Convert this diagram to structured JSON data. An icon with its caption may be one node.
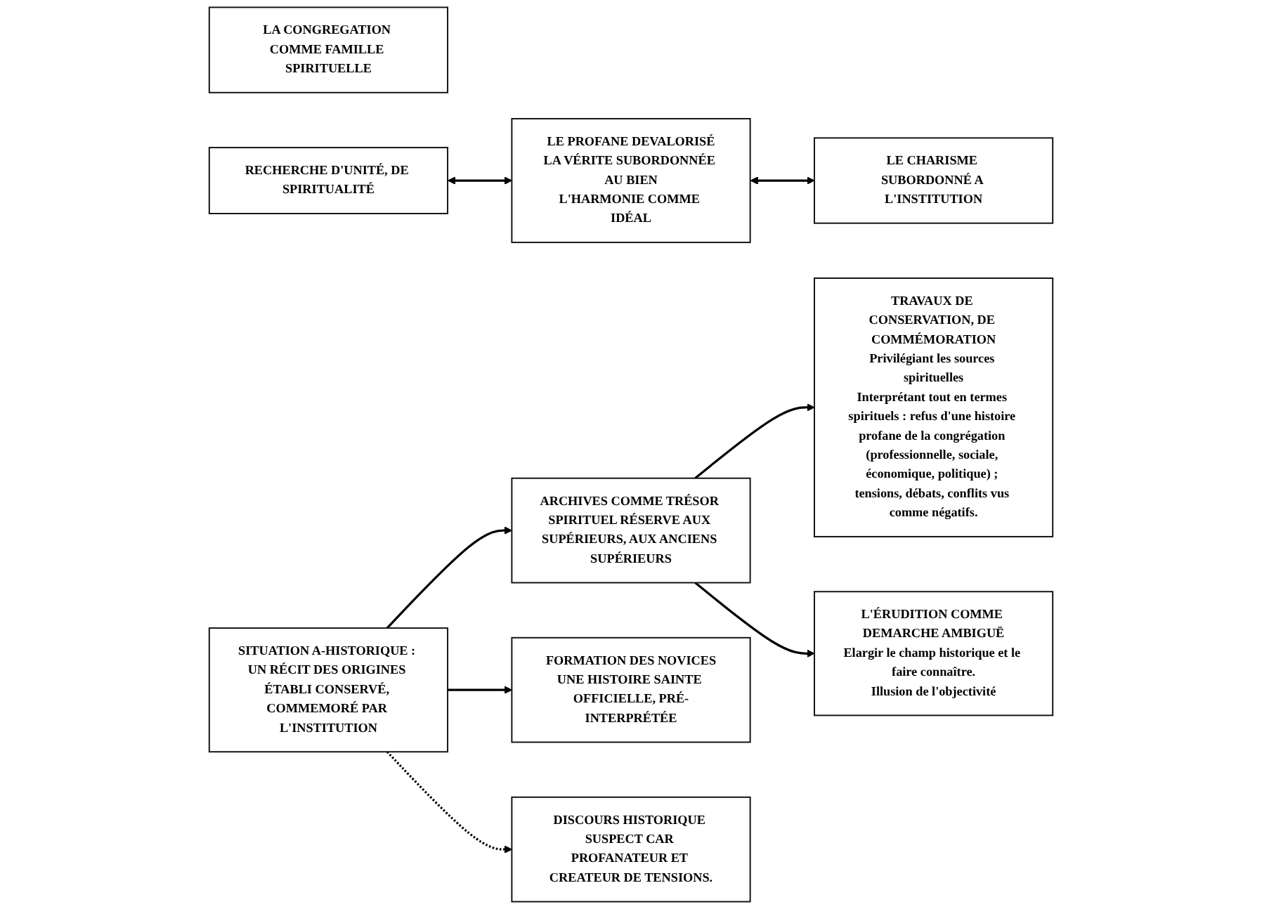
{
  "diagram": {
    "nodes": [
      {
        "text": [
          "LA CONGREGATION COMME FAMILLE SPIRITUELLE"
        ]
      },
      {
        "text": [
          "RECHERCHE D'UNITÉ, DE SPIRITUALITÉ"
        ]
      },
      {
        "text": [
          "LE PROFANE DEVALORISÉ",
          "LA VÉRITE SUBORDONNÉE AU BIEN",
          "L'HARMONIE COMME IDÉAL"
        ]
      },
      {
        "text": [
          "LE CHARISME SUBORDONNÉ A L'INSTITUTION"
        ]
      },
      {
        "text": [
          "SITUATION A-HISTORIQUE : UN RÉCIT DES ORIGINES ÉTABLI CONSERVÉ, COMMEMORÉ PAR L'INSTITUTION"
        ]
      },
      {
        "text": [
          "ARCHIVES COMME TRÉSOR SPIRITUEL RÉSERVE AUX SUPÉRIEURS, AUX ANCIENS SUPÉRIEURS"
        ]
      },
      {
        "text": [
          "TRAVAUX DE CONSERVATION, DE COMMÉMORATION",
          "Privilégiant les sources spirituelles",
          "Interprétant tout en termes spirituels : refus d'une histoire profane de la congrégation (professionnelle, sociale, économique, politique) ; tensions, débats, conflits vus comme négatifs."
        ]
      },
      {
        "text": [
          "FORMATION DES NOVICES",
          "UNE HISTOIRE SAINTE OFFICIELLE, PRÉ-INTERPRÉTÉE"
        ]
      },
      {
        "text": [
          "L'ÉRUDITION COMME DEMARCHE AMBIGUË",
          "Elargir le champ historique et le faire connaître.",
          "Illusion de l'objectivité"
        ]
      },
      {
        "text": [
          "DISCOURS HISTORIQUE SUSPECT CAR PROFANATEUR ET CREATEUR DE TENSIONS."
        ]
      }
    ],
    "edges": [
      {
        "from": 1,
        "to": 2,
        "arrow": "both"
      },
      {
        "from": 2,
        "to": 3,
        "arrow": "both"
      },
      {
        "from": 4,
        "to": 5,
        "arrow": "to"
      },
      {
        "from": 4,
        "to": 7,
        "arrow": "to"
      },
      {
        "from": 5,
        "to": 6,
        "arrow": "to"
      },
      {
        "from": 5,
        "to": 8,
        "arrow": "to"
      },
      {
        "from": 4,
        "to": 9,
        "arrow": "to",
        "style": "dashed"
      }
    ]
  }
}
